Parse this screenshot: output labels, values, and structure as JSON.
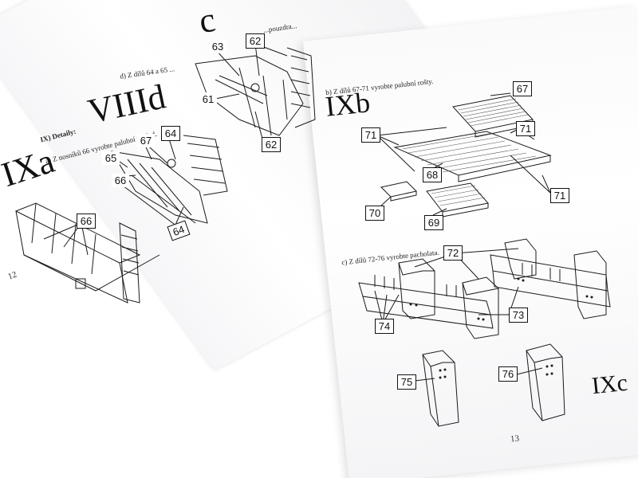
{
  "left_page": {
    "section_viiid": "VIIId",
    "section_ixa": "IXa",
    "section_top_partial": "c",
    "instruction_top": "d) Z dílů 64 a 65 ...",
    "section_heading": "IX) Detaily:",
    "instruction_a": "a) Z nosníků 66 vyrobte palubní základ.",
    "instruction_snippet": "...pouzdra...",
    "callouts": [
      "62",
      "63",
      "61",
      "62",
      "64",
      "67",
      "65",
      "66",
      "64",
      "66"
    ],
    "page_number": "12"
  },
  "right_page": {
    "instruction_b": "b) Z dílů 67-71 vyrobte palubní rošty.",
    "section_ixb": "IXb",
    "instruction_c": "c) Z dílů 72-76 vyrobte pacholata.",
    "section_ixc": "IXc",
    "callouts": [
      "67",
      "71",
      "71",
      "68",
      "71",
      "70",
      "69",
      "72",
      "74",
      "73",
      "75",
      "76"
    ],
    "page_number": "13"
  }
}
